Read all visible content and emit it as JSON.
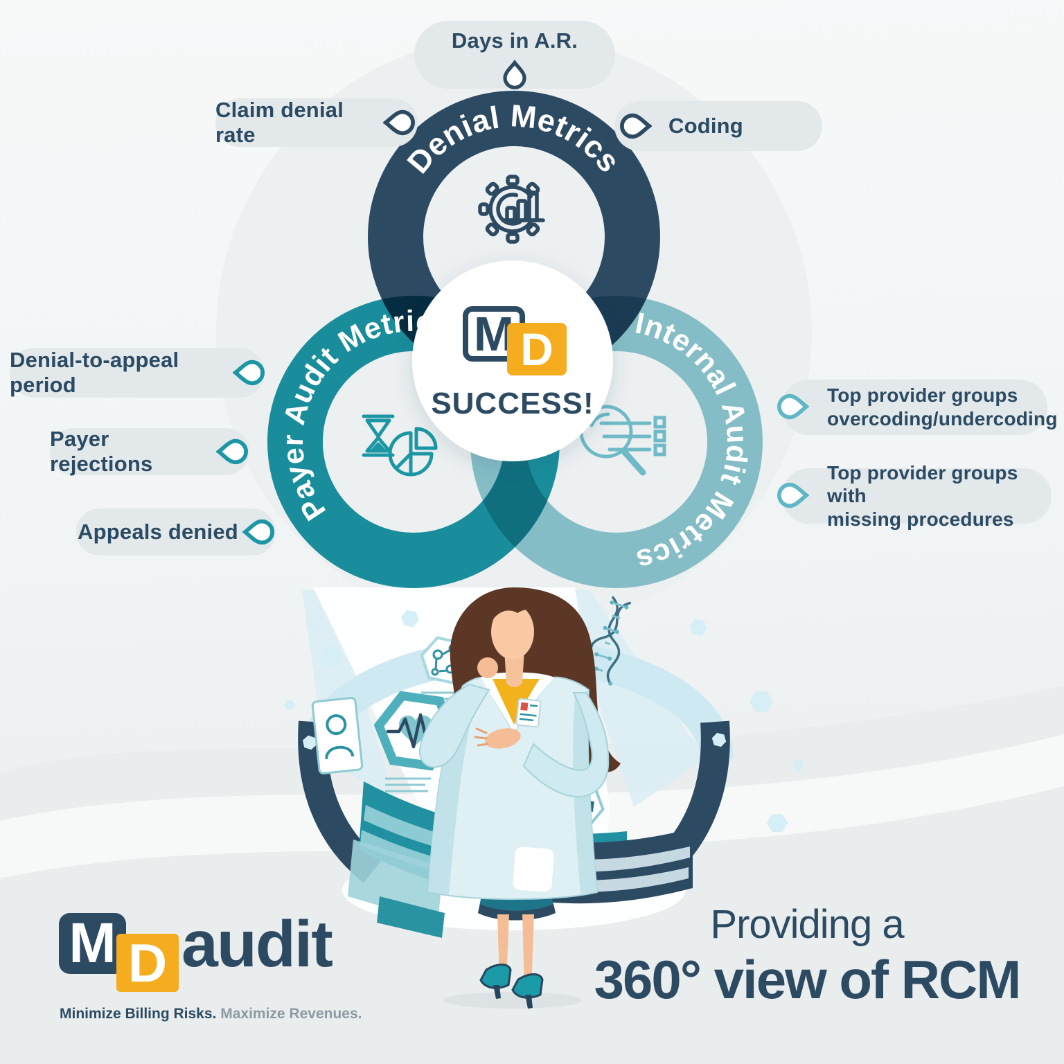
{
  "colors": {
    "navy": "#2d4a63",
    "teal": "#1b96a4",
    "light_teal": "#8fc9d2",
    "droplet_light": "#5fb6c4",
    "yellow": "#f5ac1e",
    "pill_bg": "#e3e8ea",
    "text_navy": "#2b4a63",
    "tagline_gray": "#8d9aa4"
  },
  "rings": {
    "denial": {
      "label": "Denial Metrics",
      "icon": "gear-bar-chart-icon"
    },
    "payer": {
      "label": "Payer Audit Metrics",
      "icon": "hourglass-pie-chart-icon"
    },
    "internal": {
      "label": "Internal Audit Metrics",
      "icon": "magnifier-checklist-icon"
    }
  },
  "pills": {
    "days_in_ar": {
      "label": "Days in A.R."
    },
    "claim_denial_rate": {
      "label": "Claim denial rate"
    },
    "coding": {
      "label": "Coding"
    },
    "denial_to_appeal": {
      "label": "Denial-to-appeal period"
    },
    "payer_rejections": {
      "label": "Payer rejections"
    },
    "appeals_denied": {
      "label": "Appeals denied"
    },
    "top_overcoding": {
      "line1": "Top provider groups",
      "line2": "overcoding/undercoding"
    },
    "top_missing": {
      "line1": "Top provider groups with",
      "line2": "missing procedures"
    }
  },
  "center": {
    "logo_m": "M",
    "logo_d": "D",
    "message": "SUCCESS!"
  },
  "footer": {
    "logo_m": "M",
    "logo_d": "D",
    "logo_suffix": "audit",
    "tagline_bold": "Minimize Billing Risks.",
    "tagline_light": "Maximize Revenues.",
    "headline_line1": "Providing a",
    "headline_line2": "360° view of RCM"
  }
}
